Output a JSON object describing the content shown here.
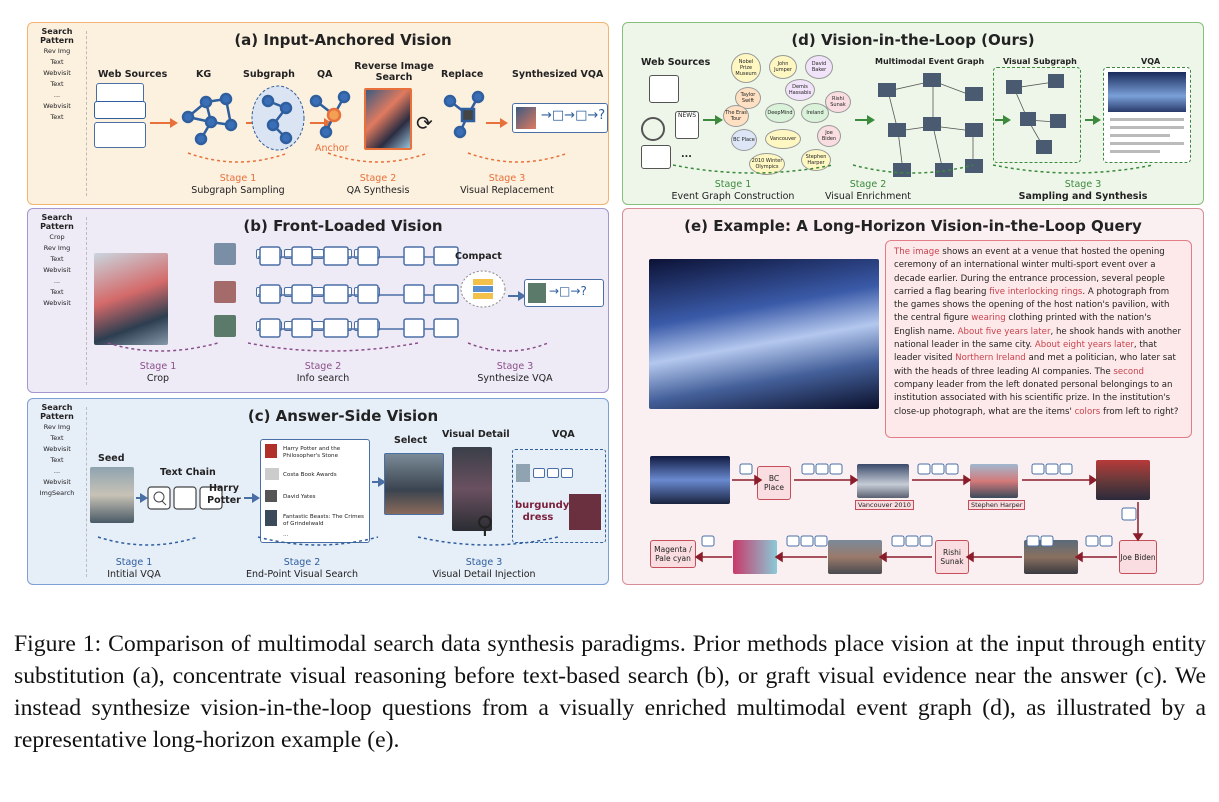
{
  "panels": {
    "a": {
      "title": "(a) Input-Anchored Vision",
      "search_pattern": "Search Pattern",
      "pattern_items": [
        "Rev Img",
        "Text",
        "Webvisit",
        "Text",
        "...",
        "Webvisit",
        "Text"
      ],
      "labels": {
        "web_sources": "Web Sources",
        "kg": "KG",
        "subgraph": "Subgraph",
        "qa": "QA",
        "reverse": "Reverse Image Search",
        "replace": "Replace",
        "synth": "Synthesized VQA",
        "anchor": "Anchor"
      },
      "stages": [
        {
          "stage": "Stage 1",
          "name": "Subgraph Sampling"
        },
        {
          "stage": "Stage 2",
          "name": "QA Synthesis"
        },
        {
          "stage": "Stage 3",
          "name": "Visual Replacement"
        }
      ],
      "color": "#e8703a"
    },
    "b": {
      "title": "(b) Front-Loaded Vision",
      "search_pattern": "Search Pattern",
      "pattern_items": [
        "Crop",
        "Rev Img",
        "Text",
        "Webvisit",
        "...",
        "Text",
        "Webvisit"
      ],
      "labels": {
        "compact": "Compact"
      },
      "stages": [
        {
          "stage": "Stage 1",
          "name": "Crop"
        },
        {
          "stage": "Stage 2",
          "name": "Info search"
        },
        {
          "stage": "Stage 3",
          "name": "Synthesize VQA"
        }
      ],
      "color": "#8a4f8a"
    },
    "c": {
      "title": "(c) Answer-Side Vision",
      "search_pattern": "Search Pattern",
      "pattern_items": [
        "Rev Img",
        "Text",
        "Webvisit",
        "Text",
        "...",
        "Webvisit",
        "ImgSearch"
      ],
      "labels": {
        "seed": "Seed",
        "text_chain": "Text Chain",
        "harry": "Harry Potter",
        "select": "Select",
        "visual_detail": "Visual Detail",
        "vqa": "VQA",
        "burgundy": "burgundy dress"
      },
      "list_items": [
        "Harry Potter and the Philosopher's Stone",
        "Costa Book Awards",
        "David Yates",
        "Fantastic Beasts: The Crimes of Grindelwald",
        "..."
      ],
      "stages": [
        {
          "stage": "Stage 1",
          "name": "Intitial VQA"
        },
        {
          "stage": "Stage 2",
          "name": "End-Point Visual Search"
        },
        {
          "stage": "Stage 3",
          "name": "Visual Detail Injection"
        }
      ],
      "color": "#2f5f9e"
    },
    "d": {
      "title": "(d) Vision-in-the-Loop (Ours)",
      "labels": {
        "web_sources": "Web Sources",
        "news": "NEWS",
        "dots": "...",
        "event_graph": "Multimodal Event Graph",
        "visual_subgraph": "Visual Subgraph",
        "vqa": "VQA"
      },
      "nodes": [
        "Nobel Prize Museum",
        "John Jumper",
        "David Baker",
        "Demis Hassabis",
        "Taylor Swift",
        "The Eras Tour",
        "DeepMind",
        "Ireland",
        "Rishi Sunak",
        "BC Place",
        "Vancouver",
        "Joe Biden",
        "2010 Winter Olympics",
        "Stephen Harper"
      ],
      "stages": [
        {
          "stage": "Stage 1",
          "name": "Event Graph Construction"
        },
        {
          "stage": "Stage 2",
          "name": "Visual Enrichment"
        },
        {
          "stage": "Stage 3",
          "name": "Sampling and Synthesis"
        }
      ],
      "color": "#3c8a3c"
    },
    "e": {
      "title": "(e) Example: A Long-Horizon Vision-in-the-Loop Query",
      "query_segments": [
        {
          "text": "The image",
          "hl": true
        },
        {
          "text": " shows an event at a venue that hosted the opening ceremony of an international winter multi-sport event over a decade earlier. During the entrance procession, several people carried a flag bearing ",
          "hl": false
        },
        {
          "text": "five interlocking rings",
          "hl": true
        },
        {
          "text": ". A photograph from the games shows the opening of the host nation's pavilion, with the central figure ",
          "hl": false
        },
        {
          "text": "wearing",
          "hl": true
        },
        {
          "text": " clothing printed with the nation's English name. ",
          "hl": false
        },
        {
          "text": "About five years later",
          "hl": true
        },
        {
          "text": ", he shook hands with another national leader in the same city. ",
          "hl": false
        },
        {
          "text": "About eight years later",
          "hl": true
        },
        {
          "text": ", that leader visited ",
          "hl": false
        },
        {
          "text": "Northern Ireland",
          "hl": true
        },
        {
          "text": " and met a politician, who later sat with the heads of three leading AI companies. The ",
          "hl": false
        },
        {
          "text": "second",
          "hl": true
        },
        {
          "text": " company leader from the left donated personal belongings to an institution associated with his scientific prize. In the institution's close-up photograph, what are the items' ",
          "hl": false
        },
        {
          "text": "colors",
          "hl": true
        },
        {
          "text": " from left to right?",
          "hl": false
        }
      ],
      "chain": {
        "bc_place": "BC Place",
        "vancouver": "Vancouver 2010",
        "harper": "Stephen Harper",
        "biden": "Joe Biden",
        "sunak": "Rishi Sunak",
        "answer": "Magenta / Pale cyan"
      }
    }
  },
  "caption": "Figure 1: Comparison of multimodal search data synthesis paradigms. Prior methods place vision at the input through entity substitution (a), concentrate visual reasoning before text-based search (b), or graft visual evidence near the answer (c). We instead synthesize vision-in-the-loop questions from a visually enriched multimodal event graph (d), as illustrated by a representative long-horizon example (e)."
}
